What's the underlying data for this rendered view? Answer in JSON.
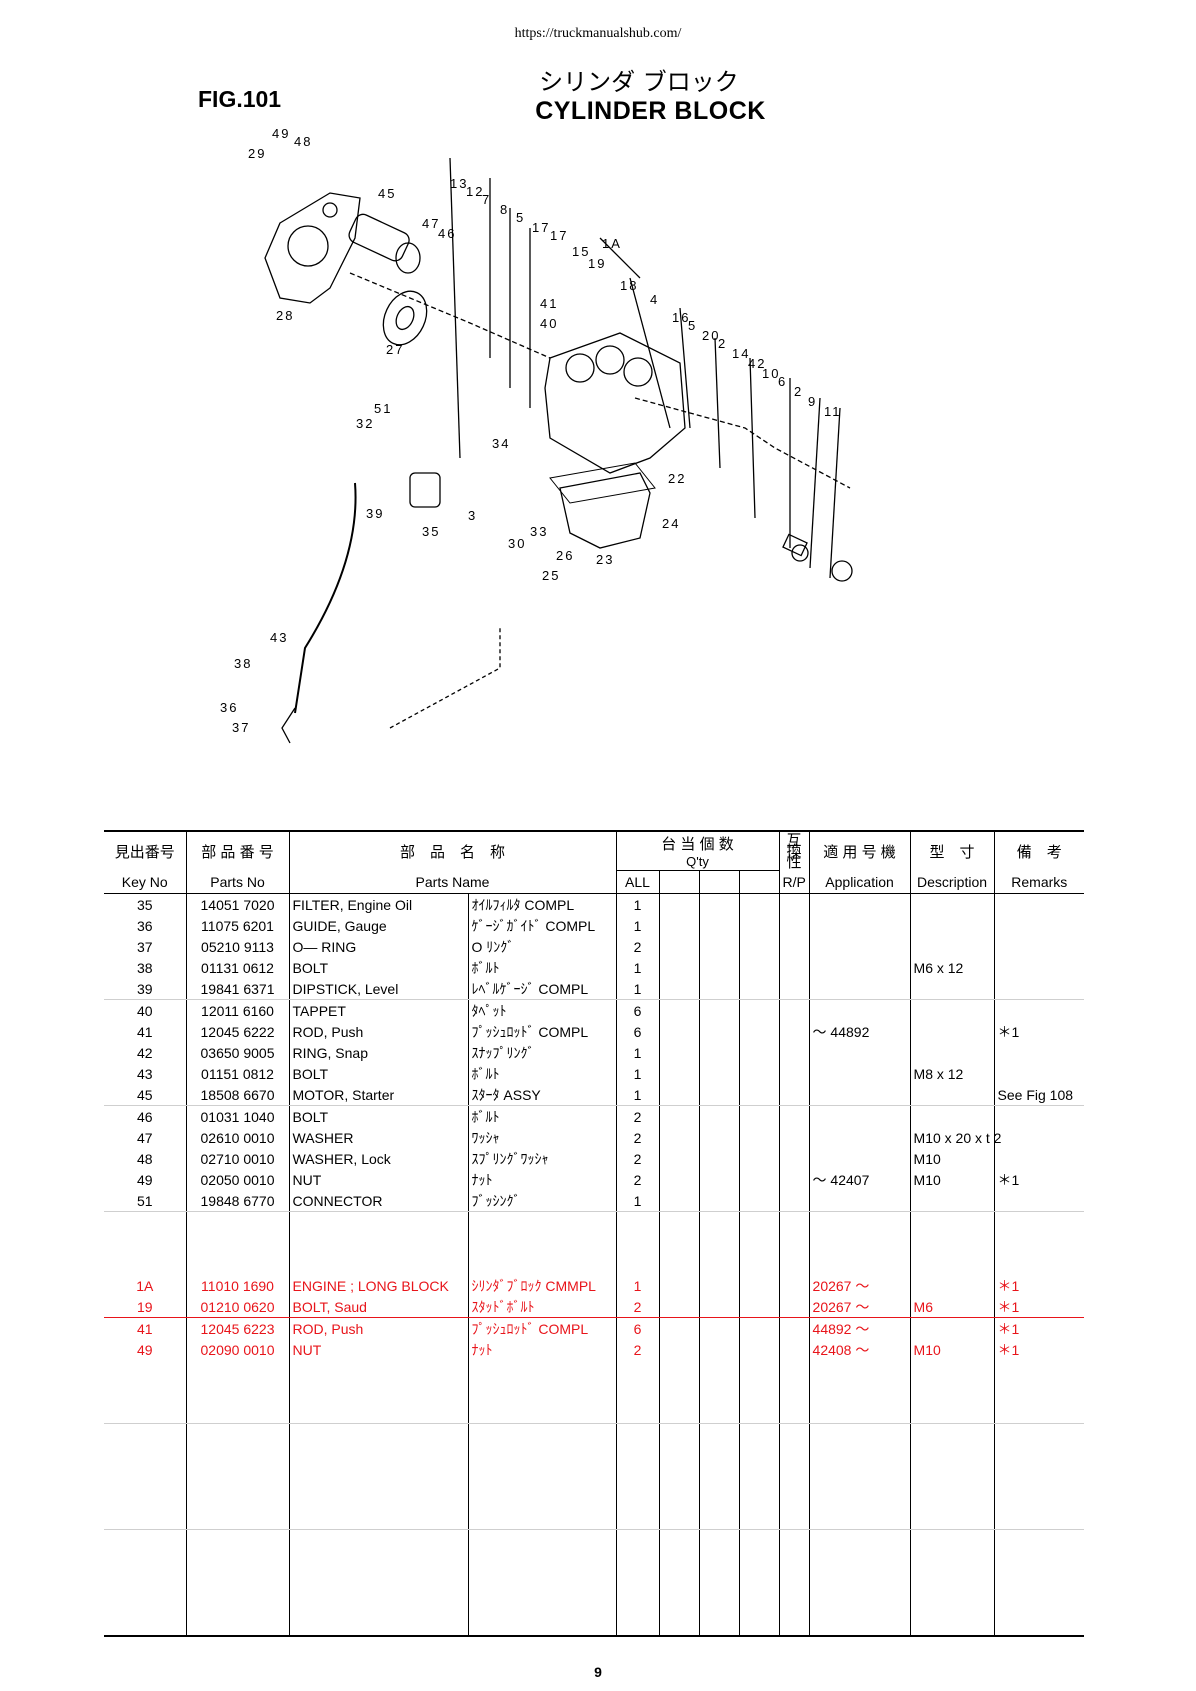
{
  "header": {
    "url": "https://truckmanualshub.com/",
    "fig": "FIG.101",
    "title_jp": "シリンダ ブロック",
    "title_en": "CYLINDER  BLOCK"
  },
  "diagram": {
    "callouts": [
      "49",
      "48",
      "29",
      "45",
      "13",
      "12",
      "7",
      "8",
      "5",
      "17",
      "17",
      "47",
      "46",
      "1A",
      "15",
      "19",
      "18",
      "4",
      "41",
      "40",
      "16",
      "5",
      "20",
      "2",
      "14",
      "42",
      "10",
      "6",
      "2",
      "9",
      "11",
      "28",
      "27",
      "51",
      "32",
      "34",
      "22",
      "39",
      "3",
      "35",
      "33",
      "30",
      "24",
      "26",
      "25",
      "23",
      "43",
      "38",
      "36",
      "37"
    ]
  },
  "table": {
    "headers_jp": {
      "key": "見出番号",
      "partno": "部 品 番 号",
      "name": "部　品　名　称",
      "qty": "台 当 個 数",
      "qty_en": "Q'ty",
      "rp": "互換性",
      "app": "適 用 号 機",
      "desc": "型　寸",
      "remarks": "備　考"
    },
    "headers_en": {
      "key": "Key No",
      "partno": "Parts No",
      "name": "Parts Name",
      "all": "ALL",
      "rp": "R/P",
      "app": "Application",
      "desc": "Description",
      "remarks": "Remarks"
    },
    "rows": [
      {
        "key": "35",
        "partno": "14051 7020",
        "name_en": "FILTER, Engine Oil",
        "name_jp": "ｵｲﾙﾌｨﾙﾀ COMPL",
        "qty": "1",
        "app": "",
        "desc": "",
        "remarks": ""
      },
      {
        "key": "36",
        "partno": "11075 6201",
        "name_en": "GUIDE, Gauge",
        "name_jp": "ｹﾞｰｼﾞｶﾞｲﾄﾞ COMPL",
        "qty": "1",
        "app": "",
        "desc": "",
        "remarks": ""
      },
      {
        "key": "37",
        "partno": "05210 9113",
        "name_en": "O— RING",
        "name_jp": "O ﾘﾝｸﾞ",
        "qty": "2",
        "app": "",
        "desc": "",
        "remarks": ""
      },
      {
        "key": "38",
        "partno": "01131 0612",
        "name_en": "BOLT",
        "name_jp": "ﾎﾞﾙﾄ",
        "qty": "1",
        "app": "",
        "desc": "M6 x 12",
        "remarks": ""
      },
      {
        "key": "39",
        "partno": "19841 6371",
        "name_en": "DIPSTICK, Level",
        "name_jp": "ﾚﾍﾞﾙｹﾞｰｼﾞ COMPL",
        "qty": "1",
        "app": "",
        "desc": "",
        "remarks": ""
      },
      {
        "key": "40",
        "partno": "12011 6160",
        "name_en": "TAPPET",
        "name_jp": "ﾀﾍﾟｯﾄ",
        "qty": "6",
        "app": "",
        "desc": "",
        "remarks": ""
      },
      {
        "key": "41",
        "partno": "12045 6222",
        "name_en": "ROD, Push",
        "name_jp": "ﾌﾟｯｼｭﾛｯﾄﾞ COMPL",
        "qty": "6",
        "app": "～ 44892",
        "desc": "",
        "remarks": "＊1"
      },
      {
        "key": "42",
        "partno": "03650 9005",
        "name_en": "RING, Snap",
        "name_jp": "ｽﾅｯﾌﾟﾘﾝｸﾞ",
        "qty": "1",
        "app": "",
        "desc": "",
        "remarks": ""
      },
      {
        "key": "43",
        "partno": "01151 0812",
        "name_en": "BOLT",
        "name_jp": "ﾎﾞﾙﾄ",
        "qty": "1",
        "app": "",
        "desc": "M8 x 12",
        "remarks": ""
      },
      {
        "key": "45",
        "partno": "18508 6670",
        "name_en": "MOTOR, Starter",
        "name_jp": "ｽﾀｰﾀ ASSY",
        "qty": "1",
        "app": "",
        "desc": "",
        "remarks": "See Fig 108"
      },
      {
        "key": "46",
        "partno": "01031 1040",
        "name_en": "BOLT",
        "name_jp": "ﾎﾞﾙﾄ",
        "qty": "2",
        "app": "",
        "desc": "",
        "remarks": ""
      },
      {
        "key": "47",
        "partno": "02610 0010",
        "name_en": "WASHER",
        "name_jp": "ﾜｯｼｬ",
        "qty": "2",
        "app": "",
        "desc": "M10 x 20 x t 2",
        "remarks": ""
      },
      {
        "key": "48",
        "partno": "02710 0010",
        "name_en": "WASHER, Lock",
        "name_jp": "ｽﾌﾟﾘﾝｸﾞﾜｯｼｬ",
        "qty": "2",
        "app": "",
        "desc": "M10",
        "remarks": ""
      },
      {
        "key": "49",
        "partno": "02050 0010",
        "name_en": "NUT",
        "name_jp": "ﾅｯﾄ",
        "qty": "2",
        "app": "～ 42407",
        "desc": "M10",
        "remarks": "＊1"
      },
      {
        "key": "51",
        "partno": "19848 6770",
        "name_en": "CONNECTOR",
        "name_jp": "ﾌﾞｯｼﾝｸﾞ",
        "qty": "1",
        "app": "",
        "desc": "",
        "remarks": ""
      }
    ],
    "red_rows": [
      {
        "key": "1A",
        "partno": "11010 1690",
        "name_en": "ENGINE ; LONG BLOCK",
        "name_jp": "ｼﾘﾝﾀﾞﾌﾞﾛｯｸ CMMPL",
        "qty": "1",
        "app": "20267 ～",
        "desc": "",
        "remarks": "＊1"
      },
      {
        "key": "19",
        "partno": "01210 0620",
        "name_en": "BOLT, Saud",
        "name_jp": "ｽﾀｯﾄﾞﾎﾞﾙﾄ",
        "qty": "2",
        "app": "20267 ～",
        "desc": "M6",
        "remarks": "＊1"
      },
      {
        "key": "41",
        "partno": "12045 6223",
        "name_en": "ROD, Push",
        "name_jp": "ﾌﾟｯｼｭﾛｯﾄﾞ COMPL",
        "qty": "6",
        "app": "44892 ～",
        "desc": "",
        "remarks": "＊1"
      },
      {
        "key": "49",
        "partno": "02090 0010",
        "name_en": "NUT",
        "name_jp": "ﾅｯﾄ",
        "qty": "2",
        "app": "42408 ～",
        "desc": "M10",
        "remarks": "＊1"
      }
    ]
  },
  "footer": {
    "page": "9"
  }
}
